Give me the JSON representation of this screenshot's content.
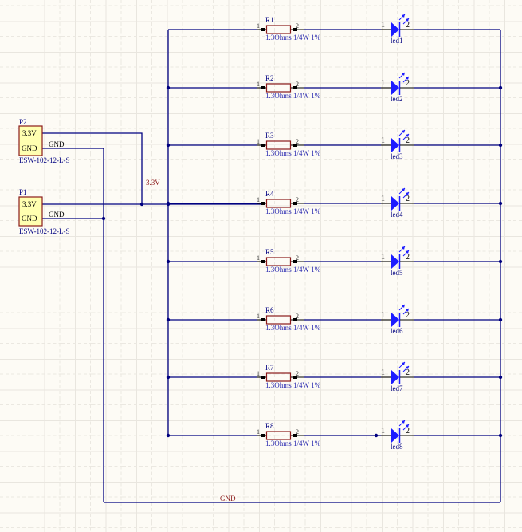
{
  "schematic": {
    "colors": {
      "background": "#fdfbf5",
      "wire": "#000080",
      "net_label": "#8b1a1a",
      "designator": "#000080",
      "led": "#1c1cff",
      "resistor": "#8b1a1a",
      "connector_fill": "#ffffb0"
    },
    "connectors": [
      {
        "designator": "P2",
        "part": "ESW-102-12-L-S",
        "pins": [
          "3.3V",
          "GND"
        ],
        "gnd_label": "GND"
      },
      {
        "designator": "P1",
        "part": "ESW-102-12-L-S",
        "pins": [
          "3.3V",
          "GND"
        ],
        "gnd_label": "GND"
      }
    ],
    "nets": {
      "power": "3.3V",
      "ground": "GND"
    },
    "branches": [
      {
        "resistor": "R1",
        "value": "1.3Ohms 1/4W 1%",
        "led": "led1",
        "r_pins": [
          "1",
          "2"
        ],
        "led_pins": [
          "1",
          "2"
        ]
      },
      {
        "resistor": "R2",
        "value": "1.3Ohms 1/4W 1%",
        "led": "led2",
        "r_pins": [
          "1",
          "2"
        ],
        "led_pins": [
          "1",
          "2"
        ]
      },
      {
        "resistor": "R3",
        "value": "1.3Ohms 1/4W 1%",
        "led": "led3",
        "r_pins": [
          "1",
          "2"
        ],
        "led_pins": [
          "1",
          "2"
        ]
      },
      {
        "resistor": "R4",
        "value": "1.3Ohms 1/4W 1%",
        "led": "led4",
        "r_pins": [
          "1",
          "2"
        ],
        "led_pins": [
          "1",
          "2"
        ]
      },
      {
        "resistor": "R5",
        "value": "1.3Ohms 1/4W 1%",
        "led": "led5",
        "r_pins": [
          "1",
          "2"
        ],
        "led_pins": [
          "1",
          "2"
        ]
      },
      {
        "resistor": "R6",
        "value": "1.3Ohms 1/4W 1%",
        "led": "led6",
        "r_pins": [
          "1",
          "2"
        ],
        "led_pins": [
          "1",
          "2"
        ]
      },
      {
        "resistor": "R7",
        "value": "1.3Ohms 1/4W 1%",
        "led": "led7",
        "r_pins": [
          "1",
          "2"
        ],
        "led_pins": [
          "1",
          "2"
        ]
      },
      {
        "resistor": "R8",
        "value": "1.3Ohms 1/4W 1%",
        "led": "led8",
        "r_pins": [
          "1",
          "2"
        ],
        "led_pins": [
          "1",
          "2"
        ]
      }
    ]
  }
}
